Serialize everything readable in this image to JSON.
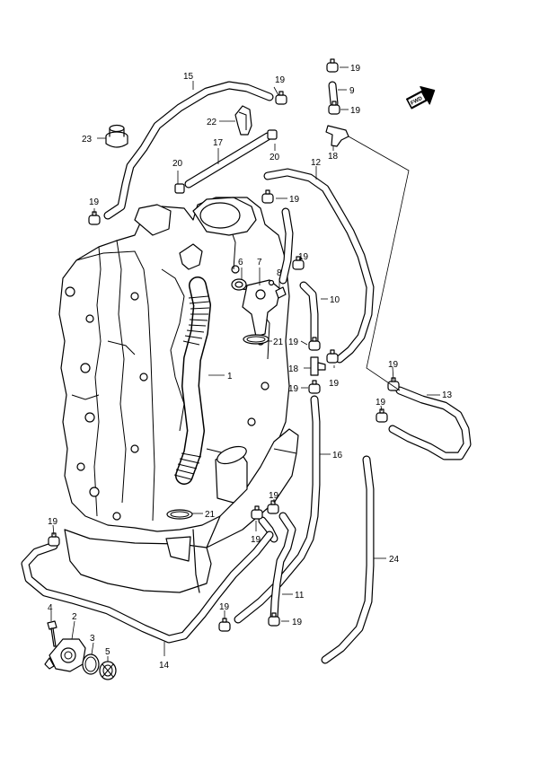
{
  "fwd_marker": "FWD",
  "callouts": [
    {
      "id": "c15",
      "text": "15"
    },
    {
      "id": "c19a",
      "text": "19"
    },
    {
      "id": "c19b",
      "text": "19"
    },
    {
      "id": "c9",
      "text": "9"
    },
    {
      "id": "c19c",
      "text": "19"
    },
    {
      "id": "c23",
      "text": "23"
    },
    {
      "id": "c22",
      "text": "22"
    },
    {
      "id": "c17",
      "text": "17"
    },
    {
      "id": "c20a",
      "text": "20"
    },
    {
      "id": "c20b",
      "text": "20"
    },
    {
      "id": "c18a",
      "text": "18"
    },
    {
      "id": "c12",
      "text": "12"
    },
    {
      "id": "c19d",
      "text": "19"
    },
    {
      "id": "c19e",
      "text": "19"
    },
    {
      "id": "c6",
      "text": "6"
    },
    {
      "id": "c7",
      "text": "7"
    },
    {
      "id": "c8",
      "text": "8"
    },
    {
      "id": "c19f",
      "text": "19"
    },
    {
      "id": "c10",
      "text": "10"
    },
    {
      "id": "c21a",
      "text": "21"
    },
    {
      "id": "c19g",
      "text": "19"
    },
    {
      "id": "c1",
      "text": "1"
    },
    {
      "id": "c18b",
      "text": "18"
    },
    {
      "id": "c19h",
      "text": "19"
    },
    {
      "id": "c19i",
      "text": "19"
    },
    {
      "id": "c19j",
      "text": "19"
    },
    {
      "id": "c13",
      "text": "13"
    },
    {
      "id": "c19k",
      "text": "19"
    },
    {
      "id": "c16",
      "text": "16"
    },
    {
      "id": "c19l",
      "text": "19"
    },
    {
      "id": "c21b",
      "text": "21"
    },
    {
      "id": "c19m",
      "text": "19"
    },
    {
      "id": "c19n",
      "text": "19"
    },
    {
      "id": "c24",
      "text": "24"
    },
    {
      "id": "c11",
      "text": "11"
    },
    {
      "id": "c4",
      "text": "4"
    },
    {
      "id": "c2",
      "text": "2"
    },
    {
      "id": "c19o",
      "text": "19"
    },
    {
      "id": "c19p",
      "text": "19"
    },
    {
      "id": "c3",
      "text": "3"
    },
    {
      "id": "c5",
      "text": "5"
    },
    {
      "id": "c14",
      "text": "14"
    }
  ]
}
